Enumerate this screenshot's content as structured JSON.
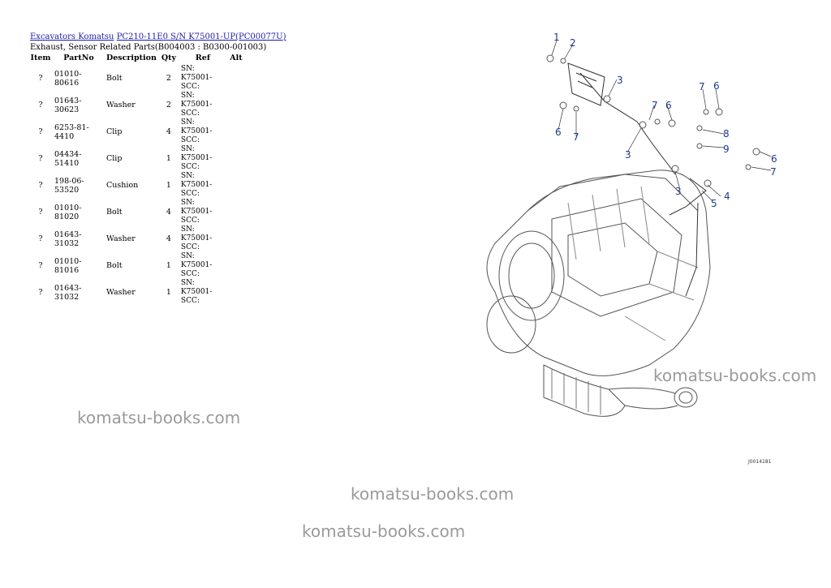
{
  "breadcrumb": {
    "link1": "Excavators Komatsu",
    "link2": "PC210-11E0 S/N K75001-UP(PC00077U)"
  },
  "subtitle": "Exhaust, Sensor Related Parts(B004003 : B0300-001003)",
  "table": {
    "headers": [
      "Item",
      "PartNo",
      "Description",
      "Qty",
      "Ref",
      "Alt"
    ],
    "rows": [
      {
        "item": "?",
        "partno": "01010-80616",
        "description": "Bolt",
        "qty": "2",
        "ref": "SN: K75001-SCC:",
        "alt": ""
      },
      {
        "item": "?",
        "partno": "01643-30623",
        "description": "Washer",
        "qty": "2",
        "ref": "SN: K75001-SCC:",
        "alt": ""
      },
      {
        "item": "?",
        "partno": "6253-81-4410",
        "description": "Clip",
        "qty": "4",
        "ref": "SN: K75001-SCC:",
        "alt": ""
      },
      {
        "item": "?",
        "partno": "04434-51410",
        "description": "Clip",
        "qty": "1",
        "ref": "SN: K75001-SCC:",
        "alt": ""
      },
      {
        "item": "?",
        "partno": "198-06-53520",
        "description": "Cushion",
        "qty": "1",
        "ref": "SN: K75001-SCC:",
        "alt": ""
      },
      {
        "item": "?",
        "partno": "01010-81020",
        "description": "Bolt",
        "qty": "4",
        "ref": "SN: K75001-SCC:",
        "alt": ""
      },
      {
        "item": "?",
        "partno": "01643-31032",
        "description": "Washer",
        "qty": "4",
        "ref": "SN: K75001-SCC:",
        "alt": ""
      },
      {
        "item": "?",
        "partno": "01010-81016",
        "description": "Bolt",
        "qty": "1",
        "ref": "SN: K75001-SCC:",
        "alt": ""
      },
      {
        "item": "?",
        "partno": "01643-31032",
        "description": "Washer",
        "qty": "1",
        "ref": "SN: K75001-SCC:",
        "alt": ""
      }
    ]
  },
  "diagram": {
    "callouts": [
      "1",
      "2",
      "3",
      "3",
      "3",
      "4",
      "5",
      "6",
      "6",
      "6",
      "6",
      "7",
      "7",
      "7",
      "7",
      "8",
      "9"
    ],
    "figure_code": "J0014181"
  },
  "watermark": "komatsu-books.com"
}
